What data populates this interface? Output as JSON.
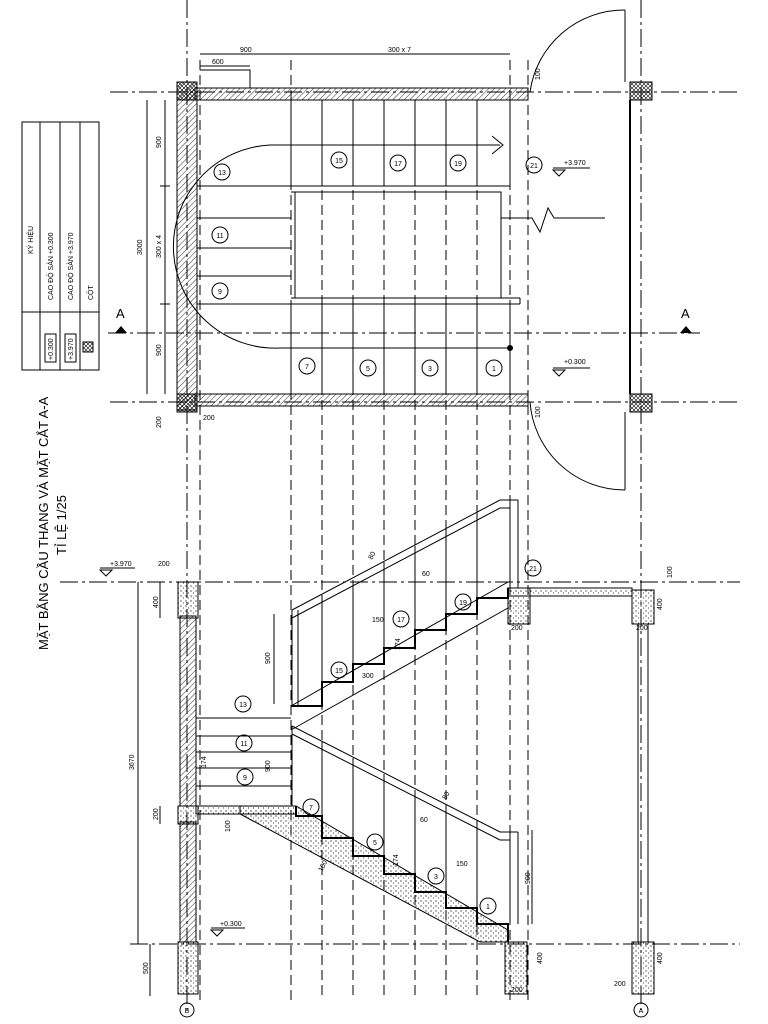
{
  "title": "MẶT BẰNG CẦU THANG VÀ MẶT CẮT A-A",
  "scale": "TỈ LỆ 1/25",
  "legend": {
    "header": "KÝ HIỆU",
    "rows": [
      {
        "symbol": "+0.300",
        "label": "CAO ĐỘ SÀN +0.300"
      },
      {
        "symbol": "+3.970",
        "label": "CAO ĐỘ SÀN +3.970"
      },
      {
        "symbol": "",
        "label": "CỘT"
      }
    ]
  },
  "plan": {
    "dims_top": [
      "900",
      "600",
      "300 x 7"
    ],
    "dims_left": [
      "900",
      "3000",
      "300 x 4",
      "900",
      "200"
    ],
    "dims_other": [
      "100",
      "100",
      "200"
    ],
    "step_numbers": [
      "1",
      "3",
      "5",
      "7",
      "9",
      "11",
      "13",
      "15",
      "17",
      "19",
      "21"
    ],
    "levels": [
      "+3.970",
      "+0.300"
    ],
    "section_mark": "A"
  },
  "section": {
    "levels": [
      "+3.970",
      "+0.300"
    ],
    "dims_left": [
      "200",
      "400",
      "900",
      "3670",
      "174",
      "200",
      "100",
      "500"
    ],
    "dims_stair": [
      "80",
      "60",
      "150",
      "174",
      "300",
      "80",
      "60",
      "174",
      "150",
      "100",
      "900",
      "900"
    ],
    "dims_bottom": [
      "200",
      "200",
      "200",
      "400",
      "400",
      "400",
      "100",
      "200"
    ],
    "step_numbers": [
      "1",
      "3",
      "5",
      "7",
      "9",
      "11",
      "13",
      "15",
      "17",
      "19",
      "21"
    ],
    "axes": [
      "B",
      "A"
    ]
  }
}
